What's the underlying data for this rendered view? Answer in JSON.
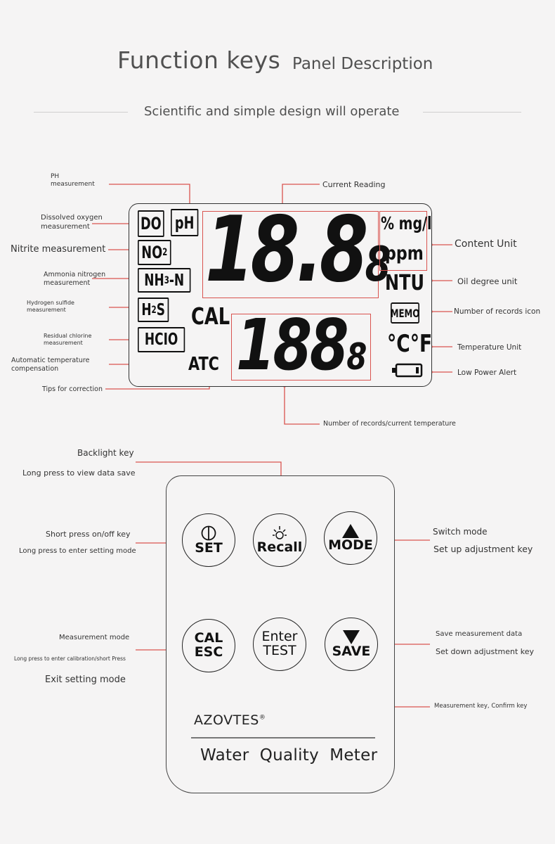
{
  "header": {
    "title": "Function keys",
    "section": "Panel Description",
    "tagline": "Scientific and simple design will operate"
  },
  "lcd": {
    "labels": {
      "do": "DO",
      "ph": "pH",
      "no2": "NO",
      "no2_sub": "2",
      "nh3": "NH",
      "nh3_sub": "3",
      "nh3_tail": "-N",
      "h2s_h": "H",
      "h2s_sub": "2",
      "h2s_s": "S",
      "hclo": "HCIO",
      "cal": "CAL",
      "atc": "ATC",
      "unit_top": "% mg/l",
      "unit_bottom": "ppm",
      "ntu": "NTU",
      "memo": "MEMO",
      "temp_c": "°C",
      "temp_f": "°F"
    },
    "main_reading": "18.8",
    "main_reading_small": "8",
    "sub_reading": "188",
    "sub_reading_small": "8"
  },
  "annotations": {
    "ph": "PH\nmeasurement",
    "current_reading": "Current Reading",
    "do": "Dissolved oxygen\nmeasurement",
    "nitrite": "Nitrite measurement",
    "ammonia": "Ammonia nitrogen\nmeasurement",
    "h2s": "Hydrogen sulfide\nmeasurement",
    "chlorine": "Residual chlorine\nmeasurement",
    "atc": "Automatic temperature\ncompensation",
    "cal_tip": "Tips for correction",
    "content_unit": "Content Unit",
    "oil_unit": "Oil degree unit",
    "records_icon": "Number of records icon",
    "temp_unit": "Temperature Unit",
    "low_power": "Low Power Alert",
    "records_temp": "Number of records/current temperature"
  },
  "keys_annotations": {
    "backlight": "Backlight key",
    "long_view": "Long press to view data save",
    "short_onoff": "Short press on/off key",
    "long_setting": "Long press to enter setting mode",
    "switch_mode": "Switch mode",
    "setup_adj": "Set up adjustment key",
    "meas_mode": "Measurement mode",
    "long_cal": "Long press to enter calibration/short Press",
    "exit_setting": "Exit setting mode",
    "save_data": "Save measurement data",
    "down_adj": "Set down adjustment key",
    "meas_key": "Measurement key, Confirm key"
  },
  "device": {
    "keys": {
      "set": "SET",
      "recall": "Recall",
      "mode": "MODE",
      "cal": "CAL",
      "esc": "ESC",
      "enter": "Enter",
      "test": "TEST",
      "save": "SAVE"
    },
    "brand": "AZOVTES",
    "reg": "®",
    "name": "Water  Quality  Meter"
  },
  "colors": {
    "accent_line": "#d9534f",
    "background": "#f5f4f4",
    "segment": "#111111"
  }
}
